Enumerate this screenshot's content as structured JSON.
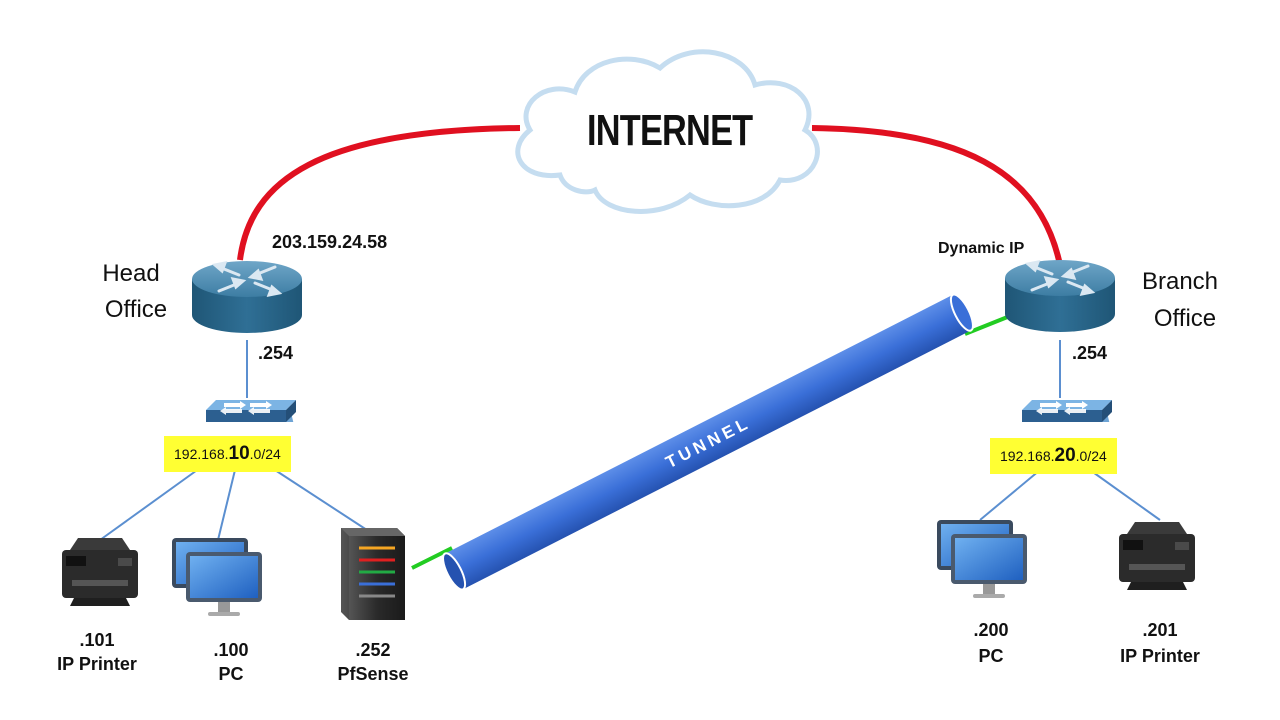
{
  "cloud": {
    "label": "INTERNET"
  },
  "tunnel": {
    "label": "TUNNEL"
  },
  "head_office": {
    "name_line1": "Head",
    "name_line2": "Office",
    "wan_ip": "203.159.24.58",
    "gateway": ".254",
    "subnet": {
      "prefix": "192.168.",
      "octet": "10",
      "suffix": ".0/24"
    },
    "devices": [
      {
        "ip": ".101",
        "name": "IP Printer",
        "icon": "printer-icon"
      },
      {
        "ip": ".100",
        "name": "PC",
        "icon": "pc-icon"
      },
      {
        "ip": ".252",
        "name": "PfSense",
        "icon": "server-icon"
      }
    ]
  },
  "branch_office": {
    "name_line1": "Branch",
    "name_line2": "Office",
    "wan_ip": "Dynamic IP",
    "gateway": ".254",
    "subnet": {
      "prefix": "192.168.",
      "octet": "20",
      "suffix": ".0/24"
    },
    "devices": [
      {
        "ip": ".200",
        "name": "PC",
        "icon": "pc-icon"
      },
      {
        "ip": ".201",
        "name": "IP Printer",
        "icon": "printer-icon"
      }
    ]
  },
  "colors": {
    "wan_link": "#e01020",
    "lan_link": "#5b8fd0",
    "tunnel_end_link": "#22cc22",
    "router_blue": "#2f6f95",
    "tunnel_blue": "#3a6fd8",
    "subnet_highlight": "#ffff33"
  }
}
